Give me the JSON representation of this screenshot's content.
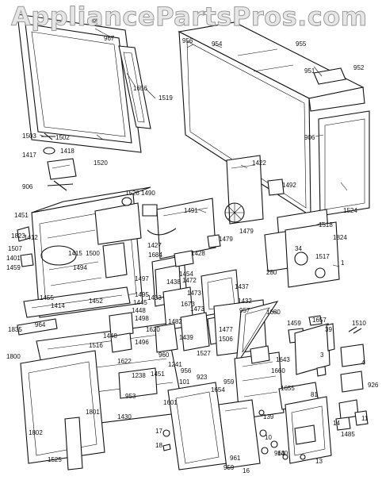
{
  "watermark": "AppliancePartsPros.com",
  "labels": [
    "966",
    "967",
    "1656",
    "1519",
    "1520",
    "1503",
    "1502",
    "1417",
    "1418",
    "906",
    "956",
    "954",
    "955",
    "951",
    "952",
    "906",
    "1524",
    "1526",
    "1490",
    "1491",
    "1422",
    "1492",
    "1479",
    "1479",
    "1518",
    "1824",
    "1451",
    "1823",
    "1507",
    "1401",
    "1459",
    "1412",
    "1415",
    "1500",
    "1494",
    "1414",
    "1455",
    "1452",
    "964",
    "1835",
    "1800",
    "1802",
    "1801",
    "1525",
    "1427",
    "1684",
    "1428",
    "1454",
    "1495",
    "1497",
    "1448",
    "1445",
    "1498",
    "1496",
    "1516",
    "1448",
    "1622",
    "1238",
    "1451",
    "953",
    "1430",
    "1438",
    "1472",
    "1433",
    "1437",
    "1473",
    "1473",
    "1673",
    "1432",
    "957",
    "1680",
    "1620",
    "1482",
    "1439",
    "1477",
    "1506",
    "1527",
    "1241",
    "956",
    "960",
    "101",
    "923",
    "1601",
    "1654",
    "959",
    "1660",
    "1655",
    "1643",
    "1459",
    "1657",
    "39",
    "1510",
    "3",
    "926",
    "81",
    "139",
    "10",
    "963",
    "13",
    "14",
    "11",
    "1485",
    "280",
    "34",
    "1517",
    "1",
    "4",
    "17",
    "18",
    "961",
    "959",
    "16",
    "140"
  ]
}
